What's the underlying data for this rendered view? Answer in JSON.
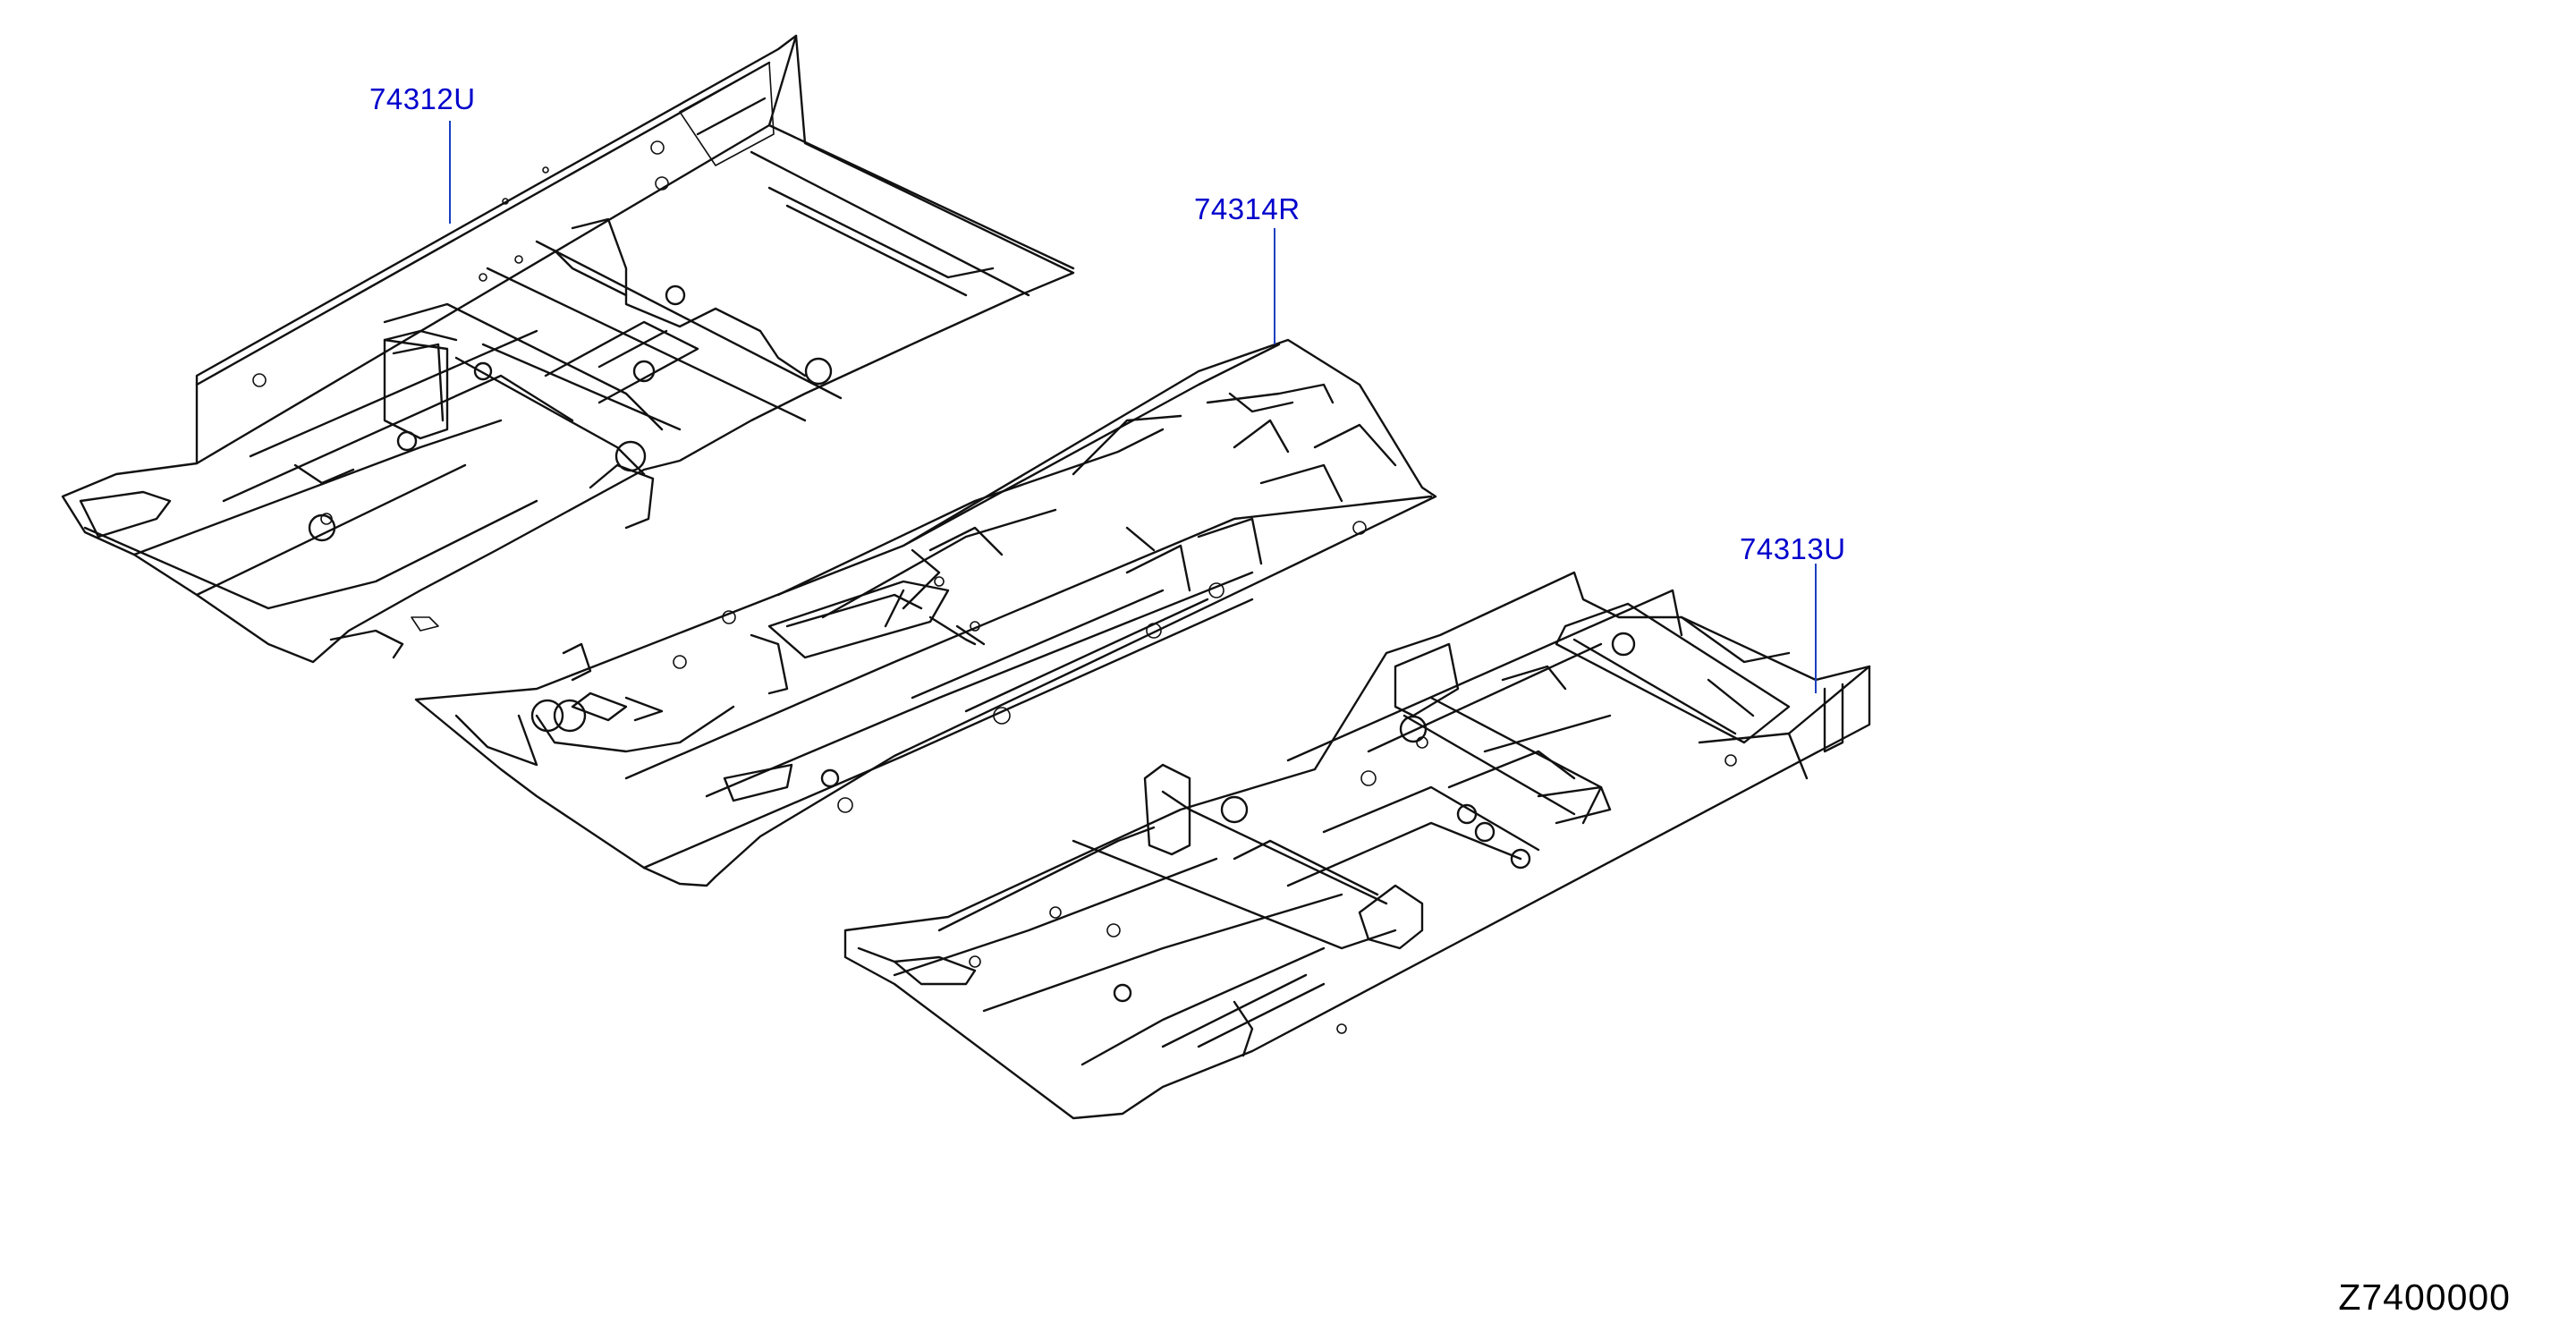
{
  "colors": {
    "line": "#111111",
    "callout": "#0000cc",
    "leader": "#1a3fbf",
    "background": "#ffffff"
  },
  "callouts": [
    {
      "id": "part-74312U",
      "label": "74312U"
    },
    {
      "id": "part-74314R",
      "label": "74314R"
    },
    {
      "id": "part-74313U",
      "label": "74313U"
    }
  ],
  "diagram_id": "Z7400000"
}
